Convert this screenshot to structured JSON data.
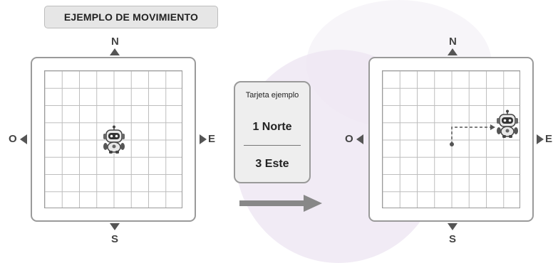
{
  "title": "EJEMPLO DE MOVIMIENTO",
  "compass": {
    "north": "N",
    "south": "S",
    "east": "E",
    "west": "O"
  },
  "card": {
    "heading": "Tarjeta ejemplo",
    "step1": "1 Norte",
    "step2": "3 Este"
  },
  "grid": {
    "columns": 8,
    "rows": 8
  },
  "example_move": {
    "start": {
      "col": 4,
      "row": 5
    },
    "moves": [
      {
        "steps": 1,
        "direction": "north"
      },
      {
        "steps": 3,
        "direction": "east"
      }
    ],
    "end": {
      "col": 7,
      "row": 4
    }
  },
  "icons": {
    "robot": "robot-icon",
    "big_arrow": "arrow-right-icon",
    "path": "dashed-path-arrow"
  },
  "colors": {
    "frame": "#9a9a9a",
    "triangle": "#555555",
    "card_bg": "#eeeeee",
    "title_bg": "#e6e6e6",
    "arrow": "#888888"
  }
}
